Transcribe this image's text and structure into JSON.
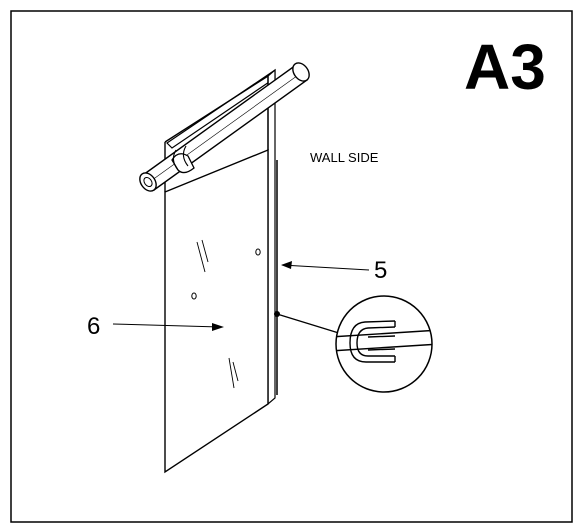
{
  "step_label": "A3",
  "wall_side_label": "WALL SIDE",
  "callouts": {
    "part_5": "5",
    "part_6": "6"
  },
  "colors": {
    "ink": "#000000",
    "paper": "#ffffff"
  }
}
